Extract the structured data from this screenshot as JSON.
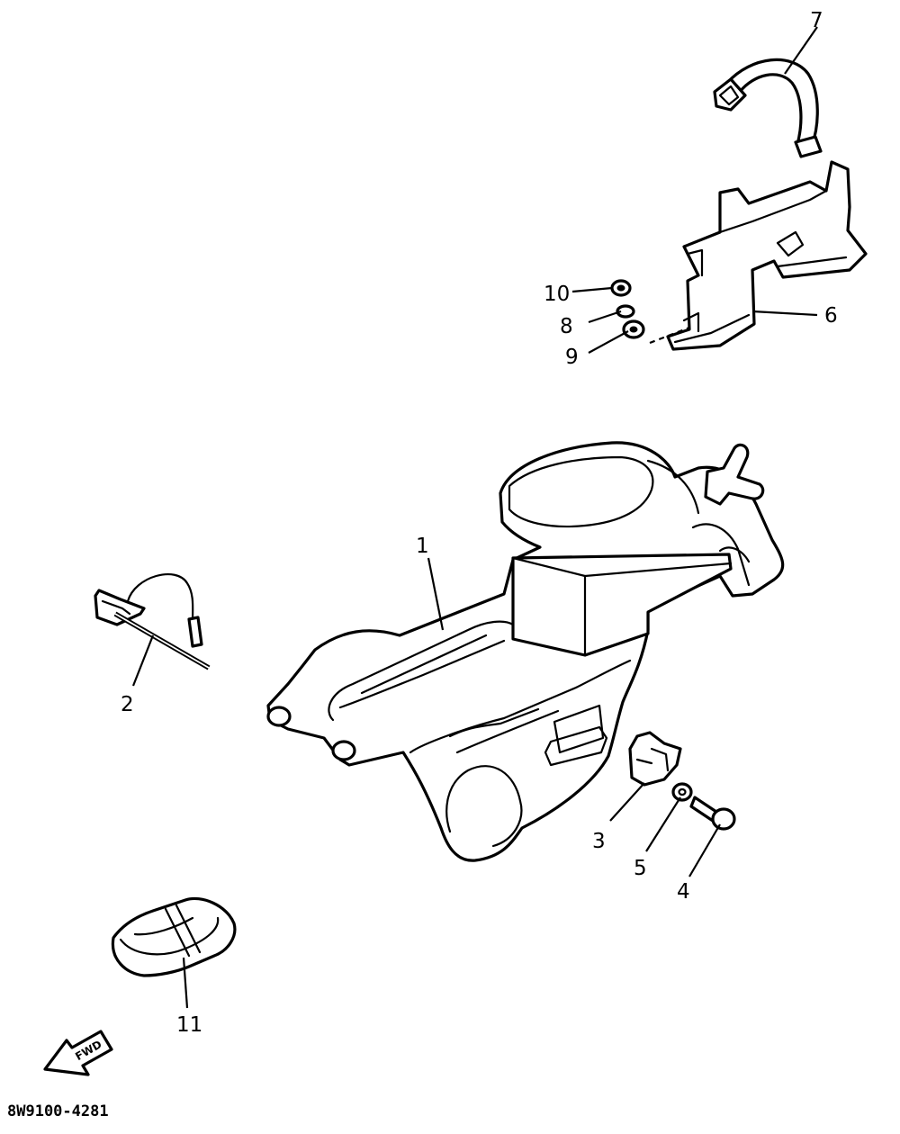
{
  "drawing_number": "8W9100-4281",
  "direction_arrow": {
    "label": "FWD"
  },
  "callouts": [
    {
      "id": "1",
      "label": "1"
    },
    {
      "id": "2",
      "label": "2"
    },
    {
      "id": "3",
      "label": "3"
    },
    {
      "id": "4",
      "label": "4"
    },
    {
      "id": "5",
      "label": "5"
    },
    {
      "id": "6",
      "label": "6"
    },
    {
      "id": "7",
      "label": "7"
    },
    {
      "id": "8",
      "label": "8"
    },
    {
      "id": "9",
      "label": "9"
    },
    {
      "id": "10",
      "label": "10"
    },
    {
      "id": "11",
      "label": "11"
    }
  ]
}
